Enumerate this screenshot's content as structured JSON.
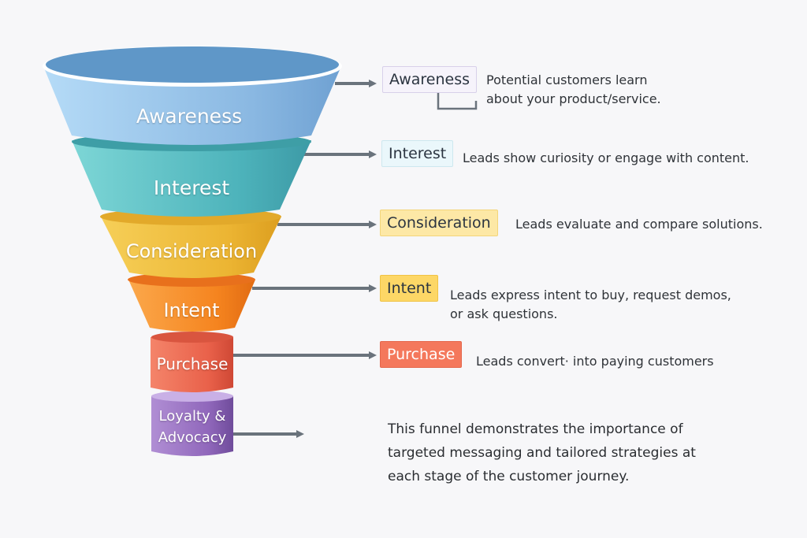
{
  "diagram": {
    "type": "marketing-funnel",
    "stages": [
      {
        "id": "awareness",
        "label": "Awareness",
        "tag": "Awareness",
        "description_lines": [
          "Potential customers learn",
          "about your product/service."
        ],
        "color": "#8fbfe6"
      },
      {
        "id": "interest",
        "label": "Interest",
        "tag": "Interest",
        "description_lines": [
          "Leads show curiosity or engage with content."
        ],
        "color": "#4fbfc4"
      },
      {
        "id": "consideration",
        "label": "Consideration",
        "tag": "Consideration",
        "description_lines": [
          "Leads evaluate and compare solutions."
        ],
        "color": "#f0bd3a"
      },
      {
        "id": "intent",
        "label": "Intent",
        "tag": "Intent",
        "description_lines": [
          "Leads express intent to buy, request demos,",
          "or ask questions."
        ],
        "color": "#f58a2a"
      },
      {
        "id": "purchase",
        "label": "Purchase",
        "tag": "Purchase",
        "description_lines": [
          "Leads convert· into paying customers"
        ],
        "color": "#ef6b4f"
      },
      {
        "id": "loyalty",
        "label_lines": [
          "Loyalty &",
          "Advocacy"
        ],
        "color": "#9b72c2"
      }
    ],
    "summary_lines": [
      "This funnel demonstrates the importance of",
      "targeted messaging and tailored strategies at",
      "each stage of the customer journey."
    ]
  }
}
